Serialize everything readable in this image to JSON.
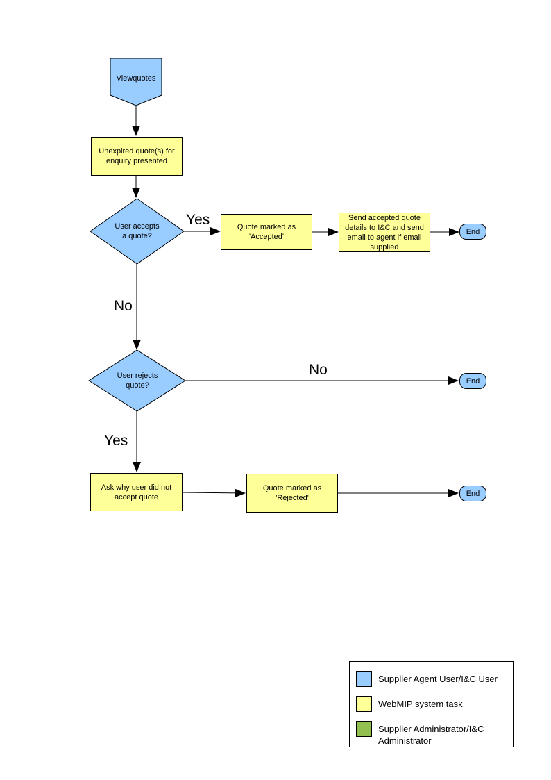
{
  "flowchart": {
    "start_label": "Viewquotes",
    "boxes": {
      "unexpired": "Unexpired quote(s) for enquiry presented",
      "accepted": "Quote marked as 'Accepted'",
      "send_details": "Send accepted quote details to I&C and send email to agent if email supplied",
      "ask_why": "Ask why user did not accept quote",
      "rejected": "Quote marked as 'Rejected'"
    },
    "decisions": {
      "accepts": "User accepts a quote?",
      "rejects": "User rejects quote?"
    },
    "end_label": "End",
    "edge_labels": {
      "accept_yes": "Yes",
      "accept_no": "No",
      "reject_no": "No",
      "reject_yes": "Yes"
    },
    "colors": {
      "user_action": "#99CCFF",
      "system_task": "#FFFF99",
      "admin_task": "#92C050"
    }
  },
  "legend": {
    "items": [
      {
        "label": "Supplier Agent User/I&C User",
        "color": "#99CCFF"
      },
      {
        "label": "WebMIP system task",
        "color": "#FFFF99"
      },
      {
        "label": "Supplier Administrator/I&C Administrator",
        "color": "#92C050"
      }
    ]
  }
}
